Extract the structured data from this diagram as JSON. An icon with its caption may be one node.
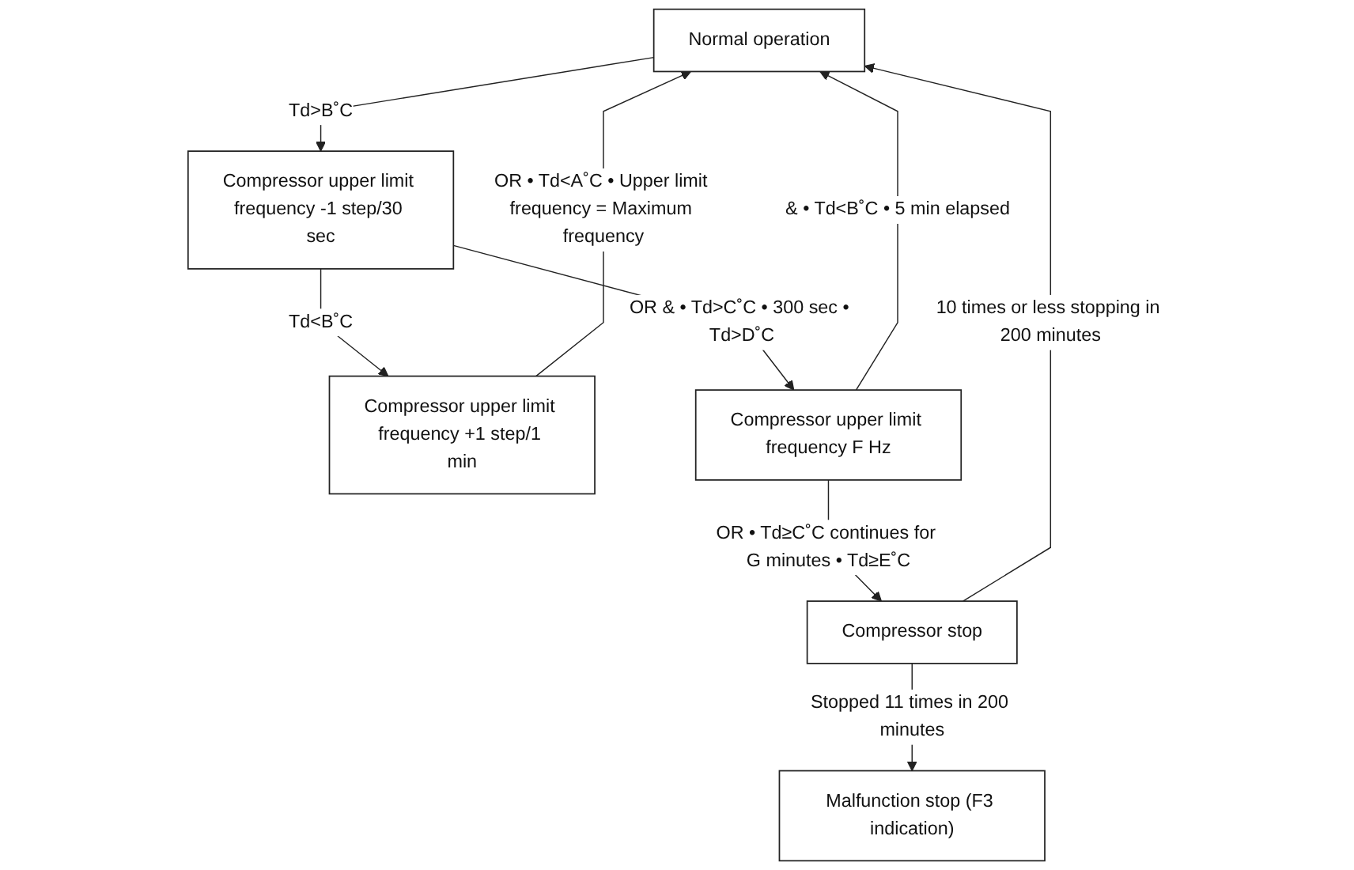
{
  "diagram": {
    "nodes": [
      {
        "text": [
          "Normal operation"
        ]
      },
      {
        "text": [
          "Compressor upper limit frequency -1 step/30 sec"
        ]
      },
      {
        "text": [
          "Compressor upper limit frequency +1 step/1 min"
        ]
      },
      {
        "text": [
          "Compressor upper limit frequency F Hz"
        ]
      },
      {
        "text": [
          "Compressor stop"
        ]
      },
      {
        "text": [
          "Malfunction stop (F3 indication)"
        ]
      }
    ],
    "edges": [
      {
        "from": 0,
        "to": 1,
        "arrow": "to",
        "label": "Td>B˚C"
      },
      {
        "from": 1,
        "to": 2,
        "arrow": "to",
        "label": "Td<B˚C"
      },
      {
        "from": 2,
        "to": 0,
        "arrow": "to",
        "label": "OR • Td<A˚C • Upper limit frequency = Maximum frequency"
      },
      {
        "from": 1,
        "to": 3,
        "arrow": "to",
        "label": "OR & • Td>C˚C • 300 sec • Td>D˚C"
      },
      {
        "from": 3,
        "to": 0,
        "arrow": "to",
        "label": "& • Td<B˚C • 5 min elapsed"
      },
      {
        "from": 3,
        "to": 4,
        "arrow": "to",
        "label": "OR • Td≥C˚C continues for G minutes • Td≥E˚C"
      },
      {
        "from": 4,
        "to": 0,
        "arrow": "to",
        "label": "10 times or less stopping in 200 minutes"
      },
      {
        "from": 4,
        "to": 5,
        "arrow": "to",
        "label": "Stopped 11 times in 200 minutes"
      }
    ]
  }
}
